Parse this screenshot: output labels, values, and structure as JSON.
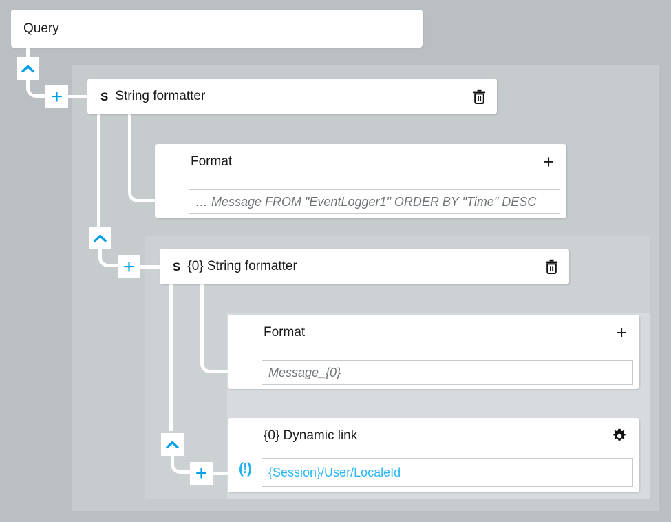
{
  "canvas": {
    "background": "#b9bfc3",
    "accent_blue": "#00a0e9",
    "link_text_color": "#29b6f6"
  },
  "root_node": {
    "label": "Query"
  },
  "nodes": [
    {
      "id": "string-formatter-1",
      "badge": "S",
      "title": "String formatter",
      "action_icon": "trash-icon",
      "properties": [
        {
          "id": "format-1",
          "label": "Format",
          "action_icon": "plus-icon",
          "value": "… Message FROM \"EventLogger1\" ORDER BY \"Time\" DESC",
          "value_style": "italic"
        }
      ]
    },
    {
      "id": "string-formatter-2",
      "badge": "S",
      "title": "{0} String formatter",
      "action_icon": "trash-icon",
      "properties": [
        {
          "id": "format-2",
          "label": "Format",
          "action_icon": "plus-icon",
          "value": "Message_{0}",
          "value_style": "italic"
        },
        {
          "id": "dynamic-link-1",
          "label": "{0} Dynamic link",
          "action_icon": "gear-icon",
          "status_icon": "alert-icon",
          "status_glyph": "(!)",
          "value": "{Session}/User/LocaleId",
          "value_style": "link"
        }
      ]
    }
  ],
  "controls": {
    "collapse_glyph": "chevron-up",
    "add_glyph": "+"
  }
}
